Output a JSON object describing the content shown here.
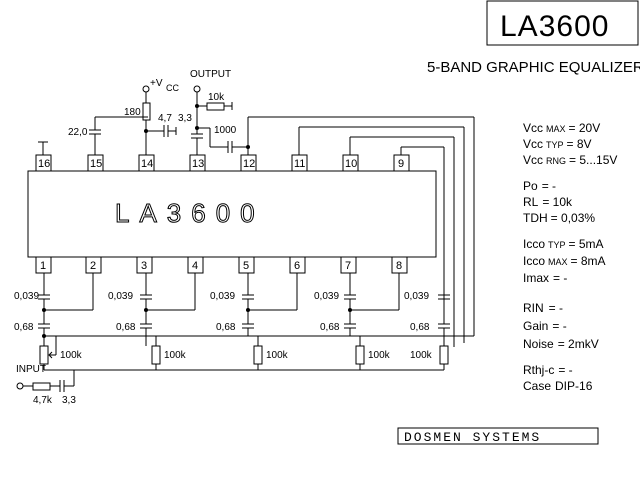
{
  "header": {
    "chip_name": "LA3600",
    "subtitle": "5-BAND GRAPHIC EQUALIZER"
  },
  "ic": {
    "body_label": "LA3600",
    "top_pins": [
      "16",
      "15",
      "14",
      "13",
      "12",
      "11",
      "10",
      "9"
    ],
    "bottom_pins": [
      "1",
      "2",
      "3",
      "4",
      "5",
      "6",
      "7",
      "8"
    ]
  },
  "top_labels": {
    "vcc_plus": "+V",
    "vcc_sub": "CC",
    "output": "OUTPUT",
    "r180": "180",
    "c47": "4,7",
    "c33_out": "3,3",
    "r10k": "10k",
    "c22": "22,0",
    "c1000": "1000"
  },
  "bands": [
    {
      "c_top": "0,039",
      "c_bottom": "0,68",
      "pot": "100k"
    },
    {
      "c_top": "0,039",
      "c_bottom": "0,68",
      "pot": "100k"
    },
    {
      "c_top": "0,039",
      "c_bottom": "0,68",
      "pot": "100k"
    },
    {
      "c_top": "0,039",
      "c_bottom": "0,68",
      "pot": "100k"
    },
    {
      "c_top": "0,039",
      "c_bottom": "0,68",
      "pot": "100k"
    }
  ],
  "input": {
    "label": "INPUT",
    "resistor": "4,7k",
    "cap": "3,3"
  },
  "specs": {
    "vcc_max": {
      "base": "Vcc",
      "sub": "MAX",
      "value": "= 20V"
    },
    "vcc_typ": {
      "base": "Vcc",
      "sub": "TYP",
      "value": "= 8V"
    },
    "vcc_rng": {
      "base": "Vcc",
      "sub": "RNG",
      "value": "= 5...15V"
    },
    "po": {
      "base": "Po",
      "value": "= -"
    },
    "rl": {
      "base": "RL",
      "value": "= 10k"
    },
    "tdh": {
      "base": "TDH",
      "value": "= 0,03%"
    },
    "icco_typ": {
      "base": "Icco",
      "sub": "TYP",
      "value": "= 5mA"
    },
    "icco_max": {
      "base": "Icco",
      "sub": "MAX",
      "value": "= 8mA"
    },
    "imax": {
      "base": "Imax",
      "value": "=     -"
    },
    "rin": {
      "base": "RIN",
      "value": "=  -"
    },
    "gain": {
      "base": "Gain",
      "value": "= -"
    },
    "noise": {
      "base": "Noise",
      "value": "= 2mkV"
    },
    "rthj": {
      "base": "Rthj-c",
      "value": "= -"
    },
    "case": {
      "base": "Case",
      "value": "DIP-16"
    }
  },
  "brand": "DOSMEN  SYSTEMS"
}
